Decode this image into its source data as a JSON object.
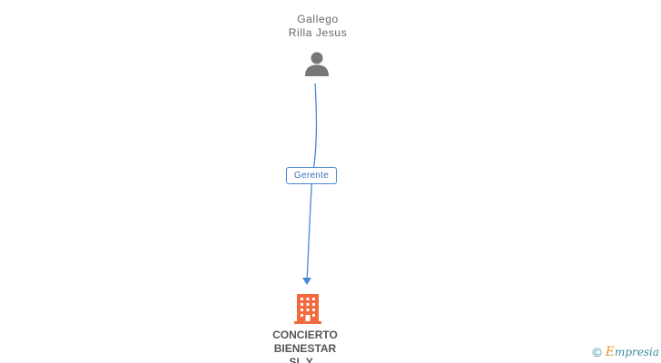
{
  "person": {
    "name_line1": "Gallego",
    "name_line2": "Rilla Jesus",
    "icon": "person-icon"
  },
  "relation": {
    "label": "Gerente"
  },
  "company": {
    "name_line1": "CONCIERTO",
    "name_line2": "BIENESTAR",
    "name_line3": "SL Y...",
    "icon": "building-icon"
  },
  "watermark": {
    "copyright_symbol": "©",
    "brand_initial": "E",
    "brand_rest": "mpresia"
  },
  "colors": {
    "edge": "#4a86d6",
    "person_icon": "#777777",
    "building_icon": "#f26a3d",
    "brand_teal": "#3a8c9c",
    "brand_orange": "#e8942a"
  }
}
